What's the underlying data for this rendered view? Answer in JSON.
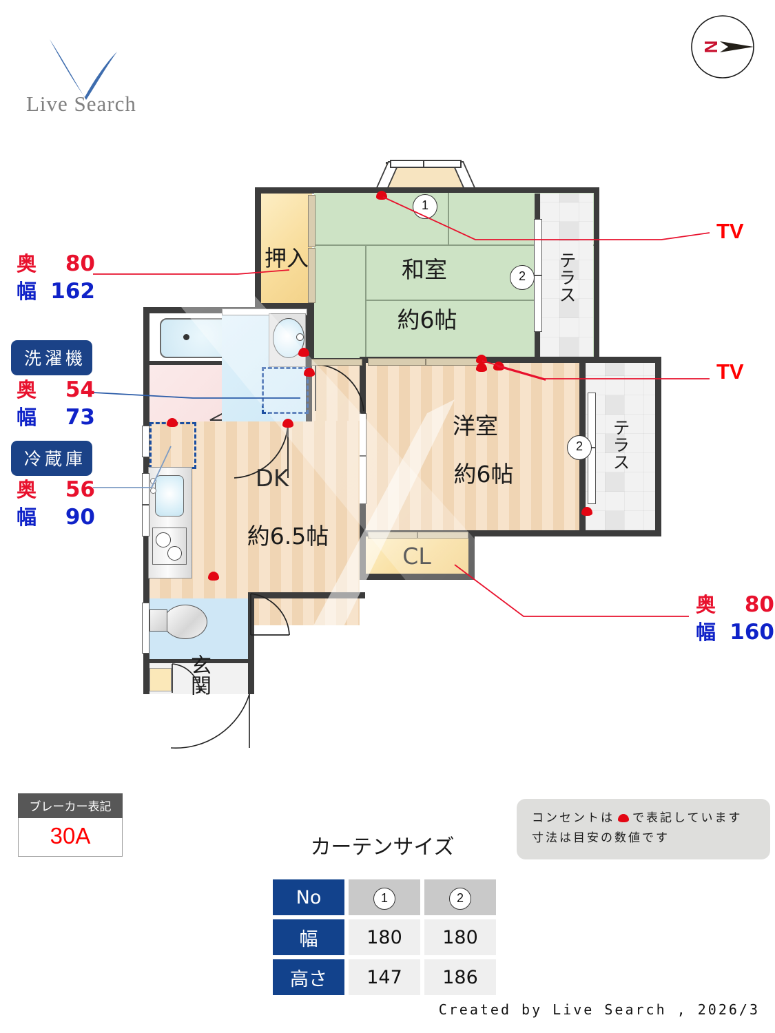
{
  "brand": {
    "name": "Live Search",
    "logo_icon": "checkmark-v-logo"
  },
  "compass": {
    "label": "N",
    "icon": "compass-north-icon"
  },
  "plan": {
    "rooms": [
      {
        "id": "washitsu",
        "name": "和室",
        "size": "約6帖",
        "type": "tatami"
      },
      {
        "id": "yoshitsu",
        "name": "洋室",
        "size": "約6帖",
        "type": "flooring"
      },
      {
        "id": "dk",
        "name": "DK",
        "size": "約6.5帖",
        "type": "flooring"
      },
      {
        "id": "oshiire",
        "name": "押入",
        "size": "",
        "type": "closet"
      },
      {
        "id": "cl",
        "name": "CL",
        "size": "",
        "type": "closet"
      },
      {
        "id": "genkan",
        "name": "玄関",
        "size": "",
        "type": "entry"
      },
      {
        "id": "terrace-north",
        "name": "テラス",
        "size": "",
        "type": "terrace"
      },
      {
        "id": "terrace-south",
        "name": "テラス",
        "size": "",
        "type": "terrace"
      }
    ],
    "window_markers": [
      "1",
      "2",
      "2"
    ],
    "tv_labels": [
      "TV",
      "TV"
    ]
  },
  "annotations": {
    "oshiire": {
      "depth_key": "奥",
      "depth_val": "80",
      "width_key": "幅",
      "width_val": "162"
    },
    "washing_machine": {
      "tag": "洗濯機",
      "depth_key": "奥",
      "depth_val": "54",
      "width_key": "幅",
      "width_val": "73"
    },
    "refrigerator": {
      "tag": "冷蔵庫",
      "depth_key": "奥",
      "depth_val": "56",
      "width_key": "幅",
      "width_val": "90"
    },
    "cl": {
      "depth_key": "奥",
      "depth_val": "80",
      "width_key": "幅",
      "width_val": "160"
    }
  },
  "breaker": {
    "title": "ブレーカー表記",
    "value": "30A"
  },
  "legend": {
    "line1_before": "コンセントは",
    "line1_after": "で表記しています",
    "line2": "寸法は目安の数値です"
  },
  "curtain": {
    "title": "カーテンサイズ",
    "row_headers": [
      "No",
      "幅",
      "高さ"
    ],
    "columns": [
      {
        "no": "1",
        "width": "180",
        "height": "147"
      },
      {
        "no": "2",
        "width": "180",
        "height": "186"
      }
    ]
  },
  "footer": {
    "text": "Created by Live Search , 2026/3"
  },
  "colors": {
    "brand_blue": "#3d6cae",
    "accent_red": "#e8112d",
    "dim_blue": "#0f22c8",
    "tag_navy": "#1b4287",
    "tatami": "#cde3c5",
    "wood": "#f6e0c4",
    "closet": "#f8dc9a"
  }
}
